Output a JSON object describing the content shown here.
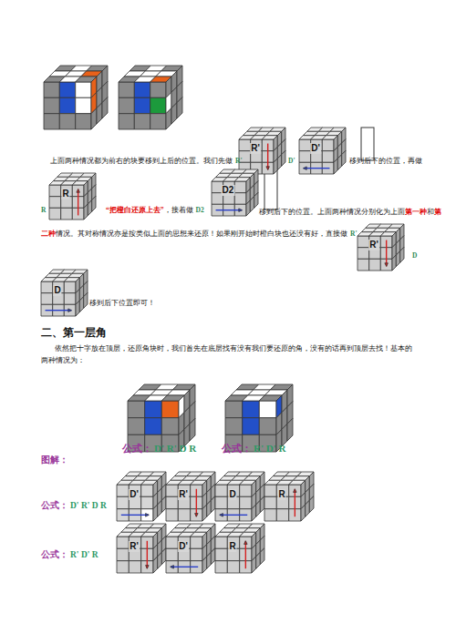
{
  "diagram": {
    "labels": [
      "上面两种情况都为前右的块要移到上后的位置。我们先做",
      "R'",
      "D'",
      "移到后下的位置，再做",
      "R",
      "“把橙白还原上去”",
      "，接着做",
      "D2",
      "移到后下的位置。上面两种情况分别化为上面",
      "第一种",
      "和",
      "第",
      "二种",
      "情况。其对称情况亦是按类似上面的思想来还原！如果刚开始时橙白块也还没有好，直接做",
      "R'",
      "D",
      "移到后下位置即可！",
      "R'",
      "D'",
      "R",
      "D2",
      "R'",
      "D",
      "二、第一层角",
      "依然把十字放在顶层，还原角块时，我们首先在底层找有没有我们要还原的角，没有的话再到顶层去找！基本的两种情况为：",
      "公式：",
      "D' R' D R",
      "公式：",
      "R' D' R",
      "图解：",
      "公式：",
      "D' R' D R",
      "D'",
      "R'",
      "D",
      "R",
      "公式：",
      "R' D' R",
      "R'",
      "D'",
      "R"
    ]
  }
}
